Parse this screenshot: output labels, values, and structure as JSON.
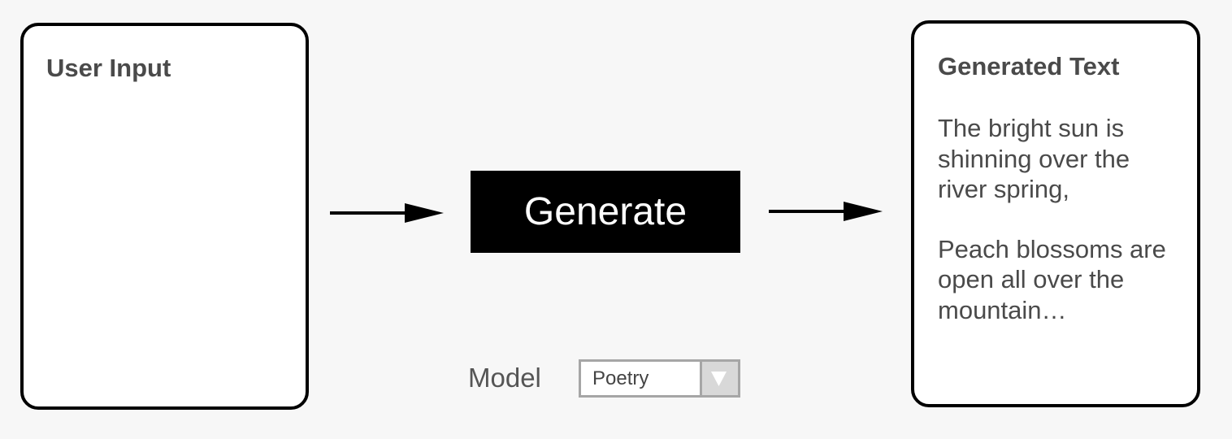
{
  "input_panel": {
    "title": "User Input",
    "value": ""
  },
  "generate_button": {
    "label": "Generate"
  },
  "output_panel": {
    "title": "Generated Text",
    "paragraphs": [
      "The bright sun is shinning over the river spring,",
      "Peach blossoms are open all over the mountain…"
    ]
  },
  "model": {
    "label": "Model",
    "selected": "Poetry"
  },
  "icons": {
    "arrows": "arrow-right-icon",
    "dropdown": "triangle-down-icon"
  },
  "colors": {
    "button_bg": "#000000",
    "button_text": "#ffffff",
    "panel_border": "#000000",
    "text": "#4a4a4a"
  }
}
